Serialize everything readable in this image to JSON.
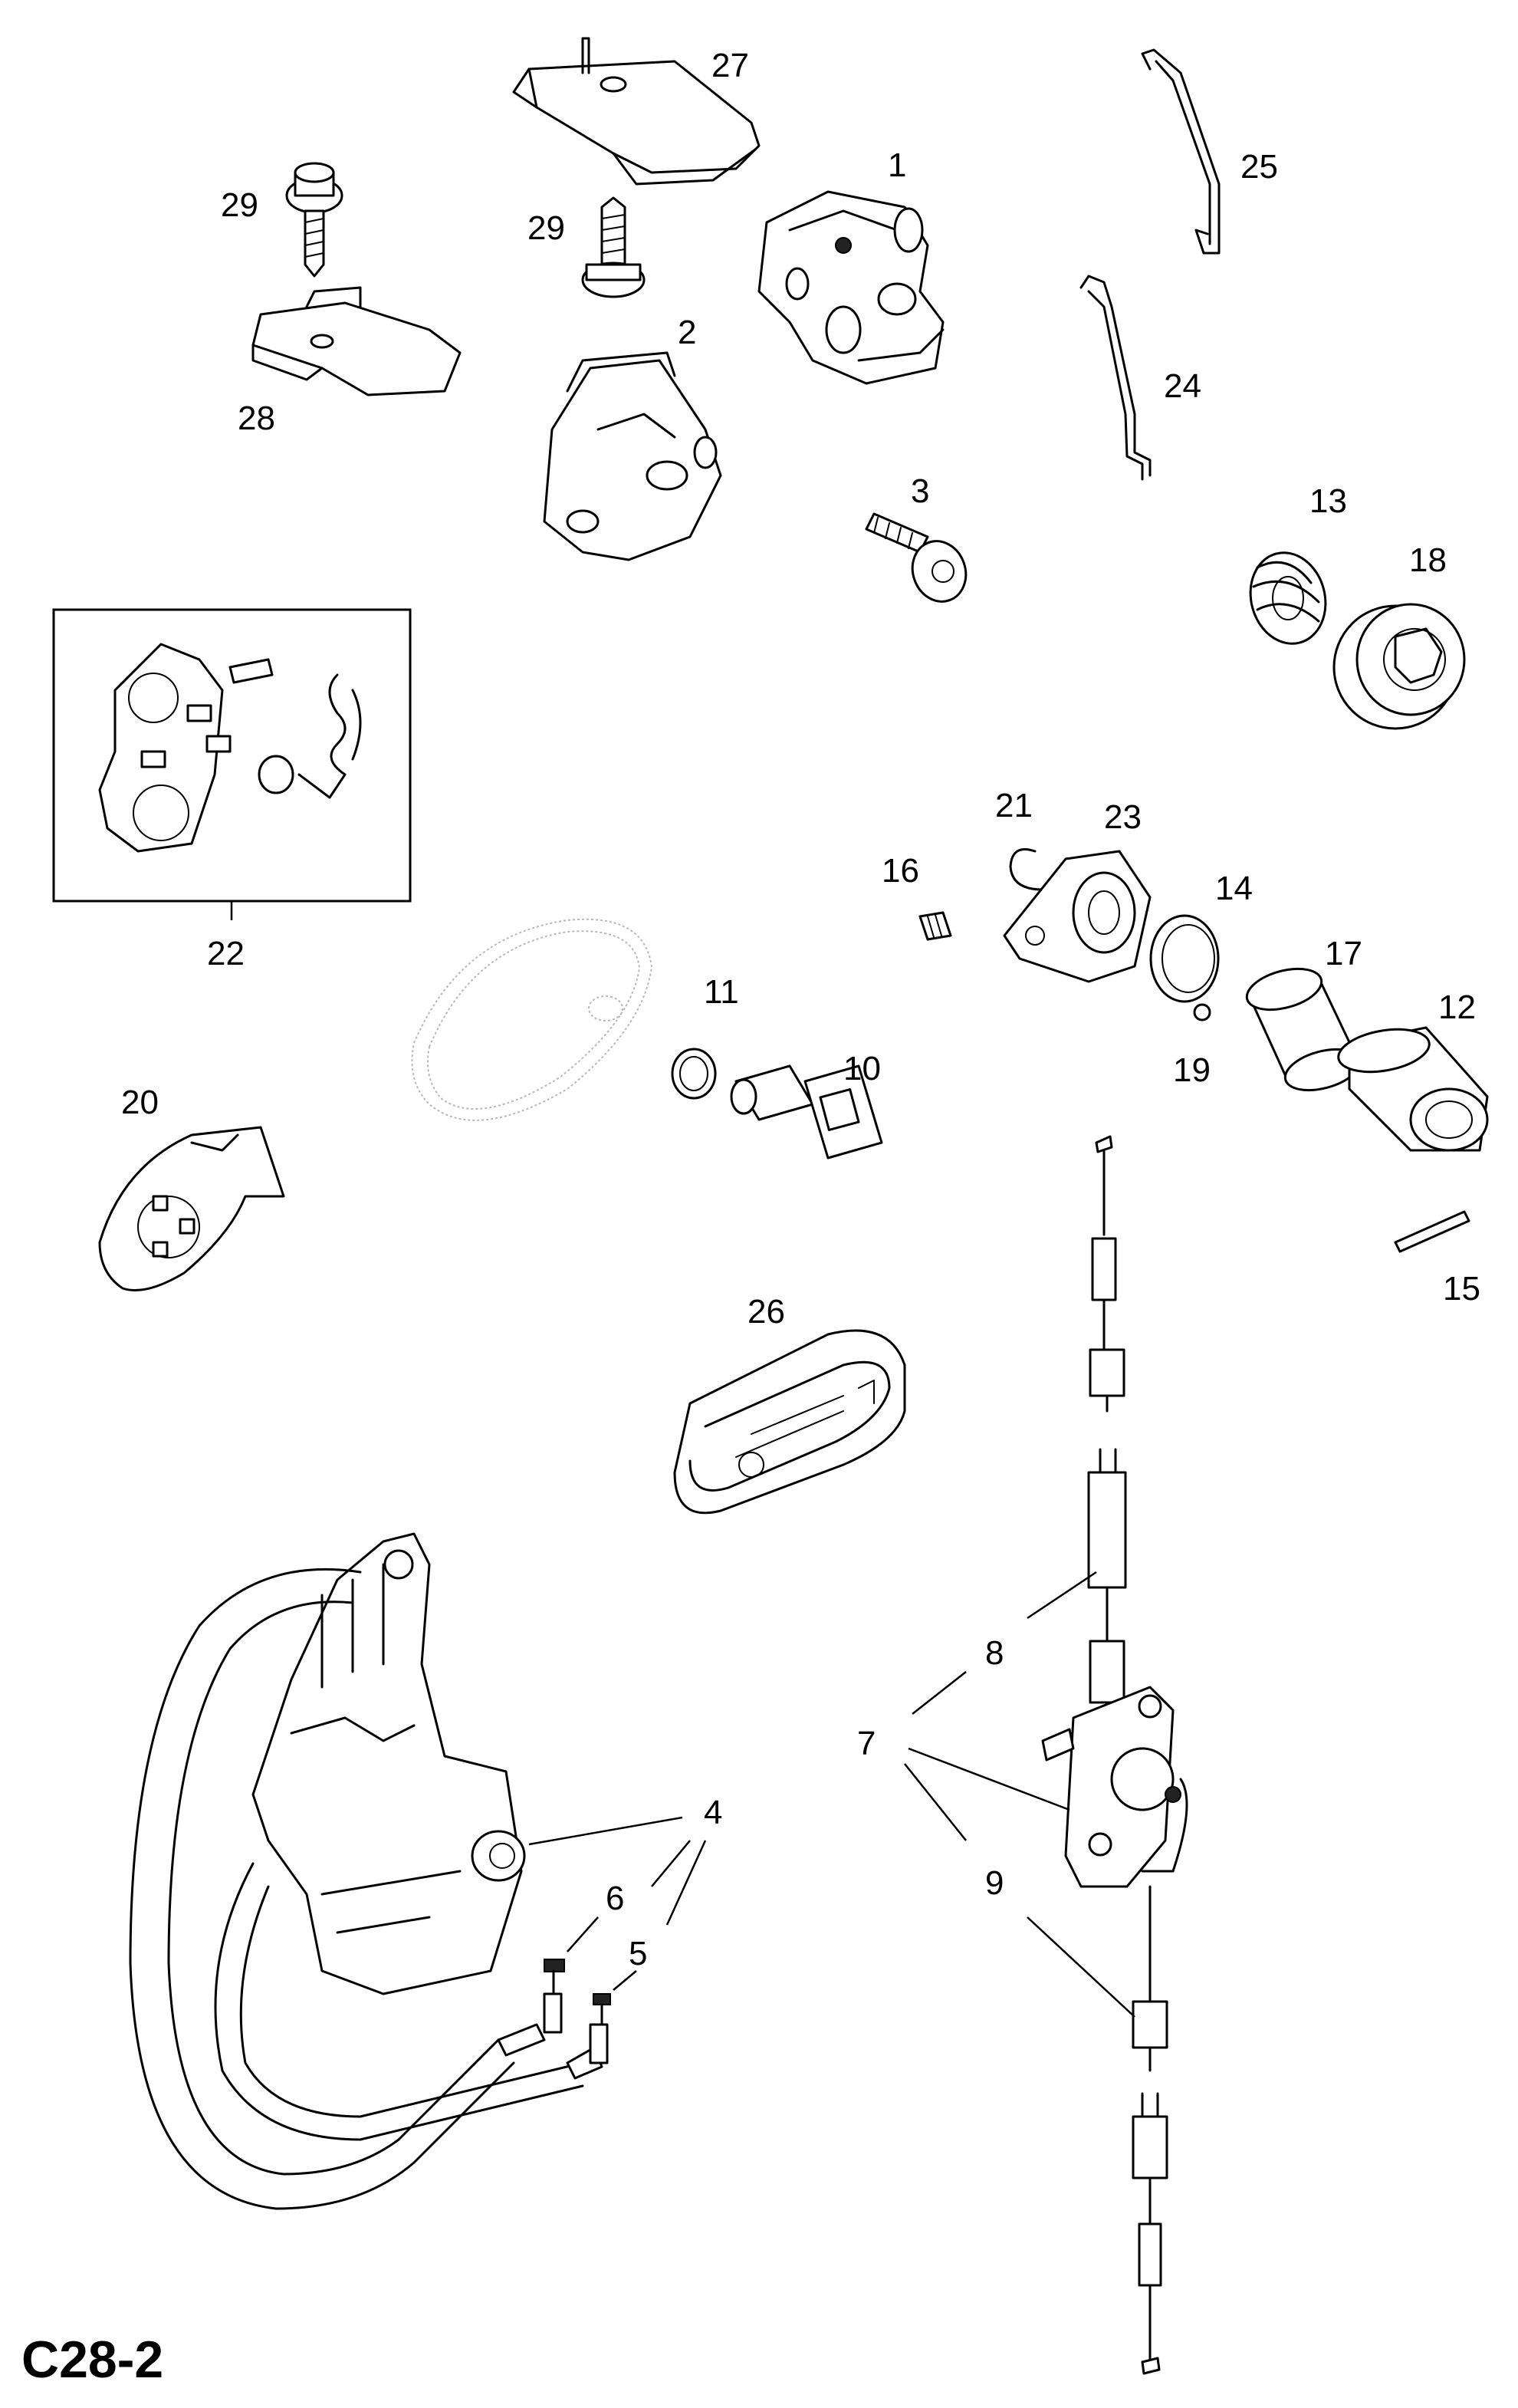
{
  "diagram": {
    "code": "C28-2",
    "part_labels": {
      "p1": "1",
      "p2": "2",
      "p3": "3",
      "p4": "4",
      "p5": "5",
      "p6": "6",
      "p7": "7",
      "p8": "8",
      "p9": "9",
      "p10": "10",
      "p11": "11",
      "p12": "12",
      "p13": "13",
      "p14": "14",
      "p15": "15",
      "p16": "16",
      "p17": "17",
      "p18": "18",
      "p19": "19",
      "p20": "20",
      "p21": "21",
      "p22": "22",
      "p23": "23",
      "p24": "24",
      "p25": "25",
      "p26": "26",
      "p27": "27",
      "p28": "28",
      "p29a": "29",
      "p29b": "29"
    }
  }
}
